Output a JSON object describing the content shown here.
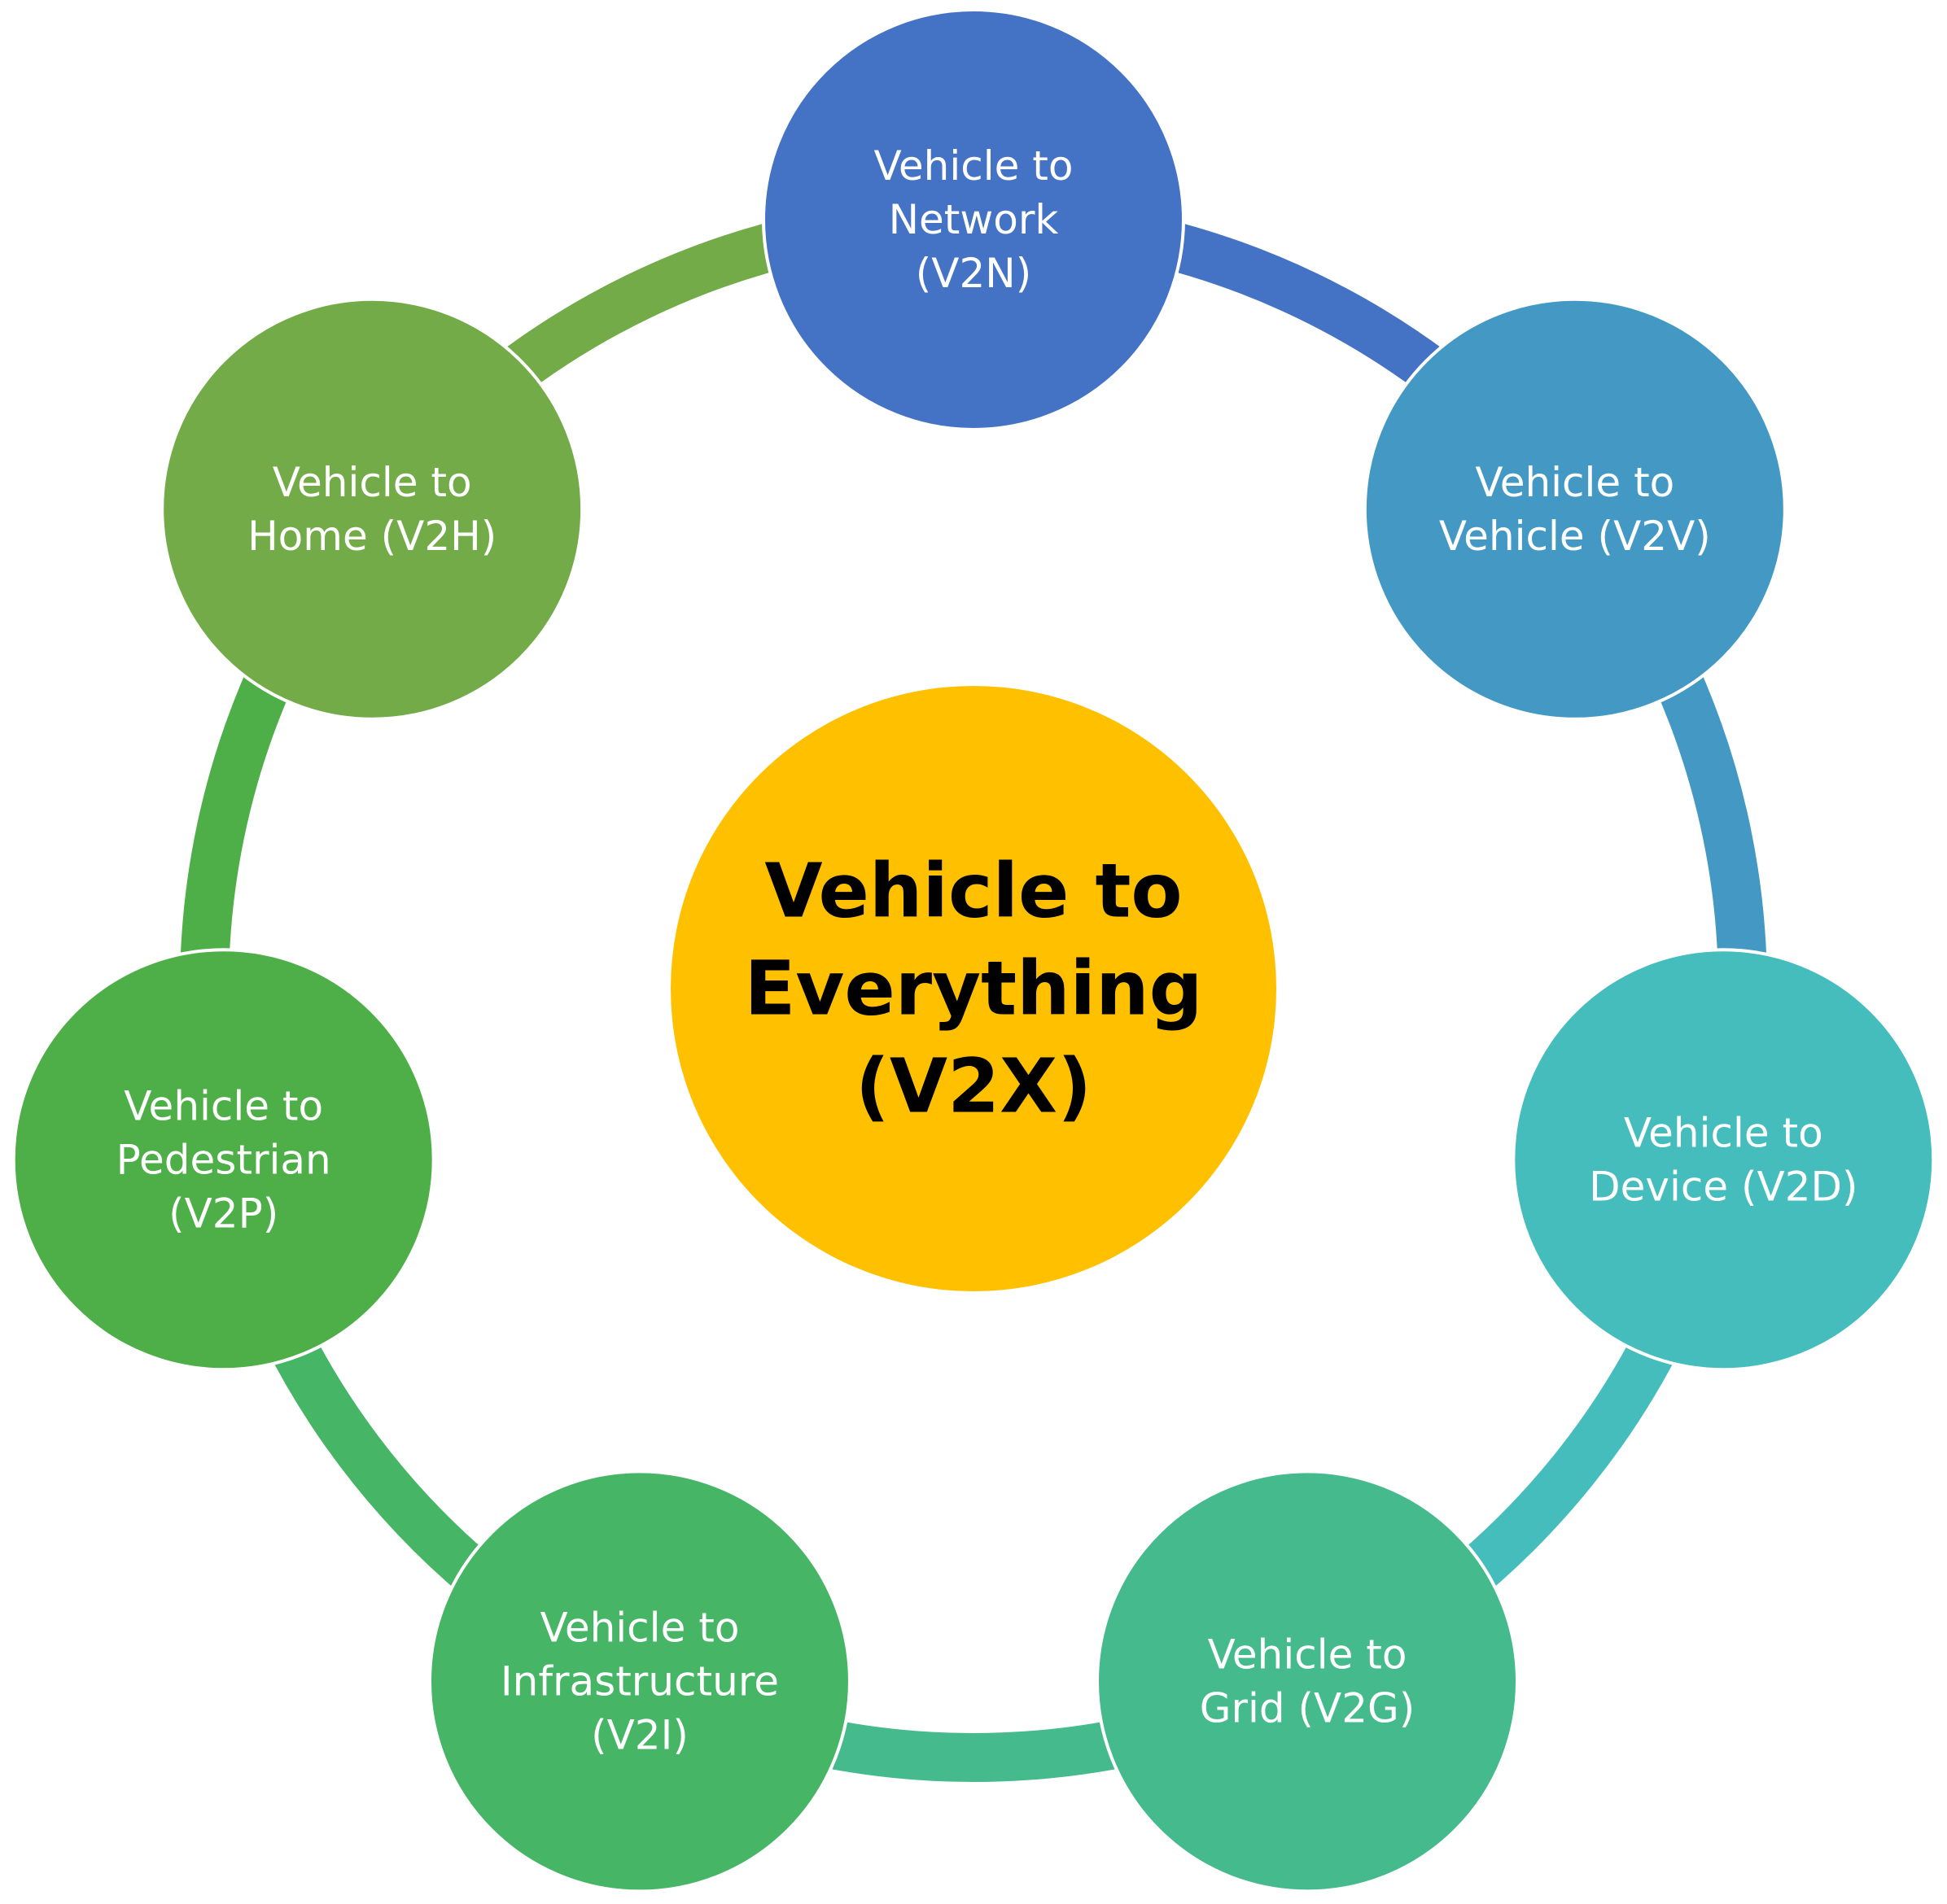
{
  "center": {
    "lines": [
      "Vehicle to",
      "Everything",
      "(V2X)"
    ],
    "color": "#FFC000",
    "text_color": "#000000"
  },
  "nodes": [
    {
      "id": "v2n",
      "lines": [
        "Vehicle to",
        "Network",
        "(V2N)"
      ],
      "color": "#4472C4",
      "ring_color": "#4472C4"
    },
    {
      "id": "v2v",
      "lines": [
        "Vehicle to",
        "Vehicle (V2V)"
      ],
      "color": "#4499C4",
      "ring_color": "#4499C4"
    },
    {
      "id": "v2d",
      "lines": [
        "Vehicle to",
        "Device (V2D)"
      ],
      "color": "#45BDBC",
      "ring_color": "#45BDBC"
    },
    {
      "id": "v2g",
      "lines": [
        "Vehicle to",
        "Grid (V2G)"
      ],
      "color": "#45BA8C",
      "ring_color": "#45BA8C"
    },
    {
      "id": "v2i",
      "lines": [
        "Vehicle to",
        "Infrastructure",
        "(V2I)"
      ],
      "color": "#47B566",
      "ring_color": "#47B566"
    },
    {
      "id": "v2p",
      "lines": [
        "Vehicle to",
        "Pedestrian",
        "(V2P)"
      ],
      "color": "#4EAF48",
      "ring_color": "#4EAF48"
    },
    {
      "id": "v2h",
      "lines": [
        "Vehicle to",
        "Home (V2H)"
      ],
      "color": "#72AB48",
      "ring_color": "#72AB48"
    }
  ],
  "node_text_color": "#FFFFFF"
}
